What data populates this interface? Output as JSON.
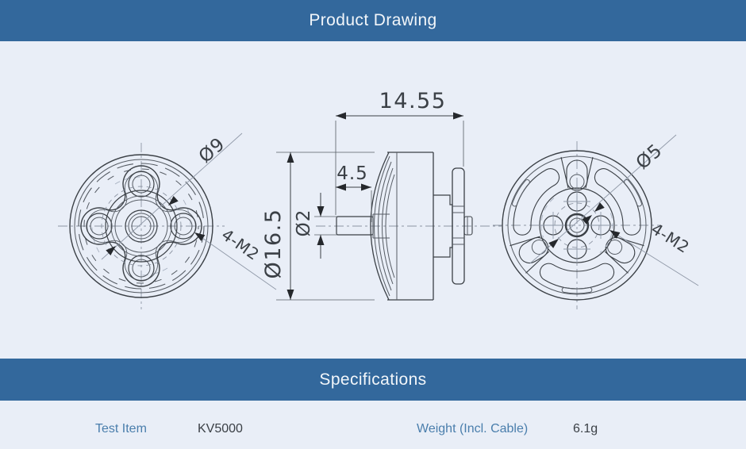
{
  "colors": {
    "header_bg": "#33689C",
    "page_bg": "#E9EEF7",
    "header_text": "#F2F6FA",
    "spec_label_blue": "#4A7EAC",
    "spec_value_dark": "#3A3F45",
    "drawing_line": "#3B4046"
  },
  "header": {
    "title": "Product Drawing"
  },
  "drawing": {
    "dimensions": {
      "total_length": "14.55",
      "shaft_length": "4.5",
      "shaft_diameter": "Ø2",
      "body_diameter": "Ø16.5"
    },
    "front_view": {
      "bolt_circle": "Ø9",
      "mount_thread": "4-M2"
    },
    "back_view": {
      "hole_circle": "Ø5",
      "mount_thread": "4-M2"
    }
  },
  "specifications": {
    "title": "Specifications",
    "items": [
      {
        "label": "Test Item",
        "value": "KV5000"
      },
      {
        "label": "Weight (Incl. Cable)",
        "value": "6.1g"
      }
    ]
  }
}
